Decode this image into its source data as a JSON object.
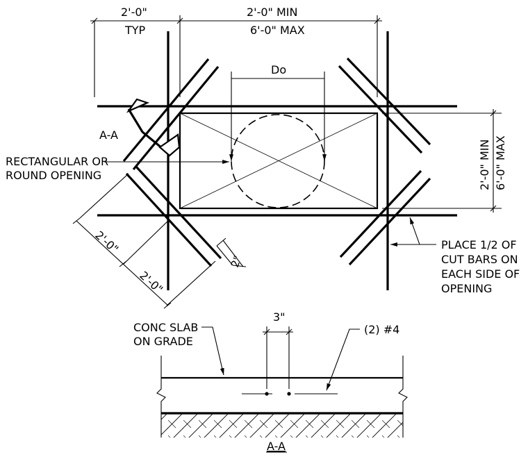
{
  "colors": {
    "ink": "#000000",
    "paper": "#ffffff"
  },
  "dims": {
    "typ_top": "2'-0\"",
    "typ_bottom": "TYP",
    "min_top": "2'-0\" MIN",
    "max_bottom": "6'-0\" MAX",
    "do": "Do",
    "vert_min": "2'-0\" MIN",
    "vert_max": "6'-0\" MAX",
    "diag_1": "2'-0\"",
    "diag_2": "2'-0\"",
    "diag_small": "2\"",
    "bar_spacing": "3\""
  },
  "labels": {
    "section_marker": "A-A",
    "opening_line1": "RECTANGULAR OR",
    "opening_line2": "ROUND OPENING",
    "place_line1": "PLACE 1/2 OF",
    "place_line2": "CUT BARS ON",
    "place_line3": "EACH SIDE OF",
    "place_line4": "OPENING",
    "slab_line1": "CONC SLAB",
    "slab_line2": "ON GRADE",
    "bars": "(2) #4",
    "section_title": "A-A"
  }
}
